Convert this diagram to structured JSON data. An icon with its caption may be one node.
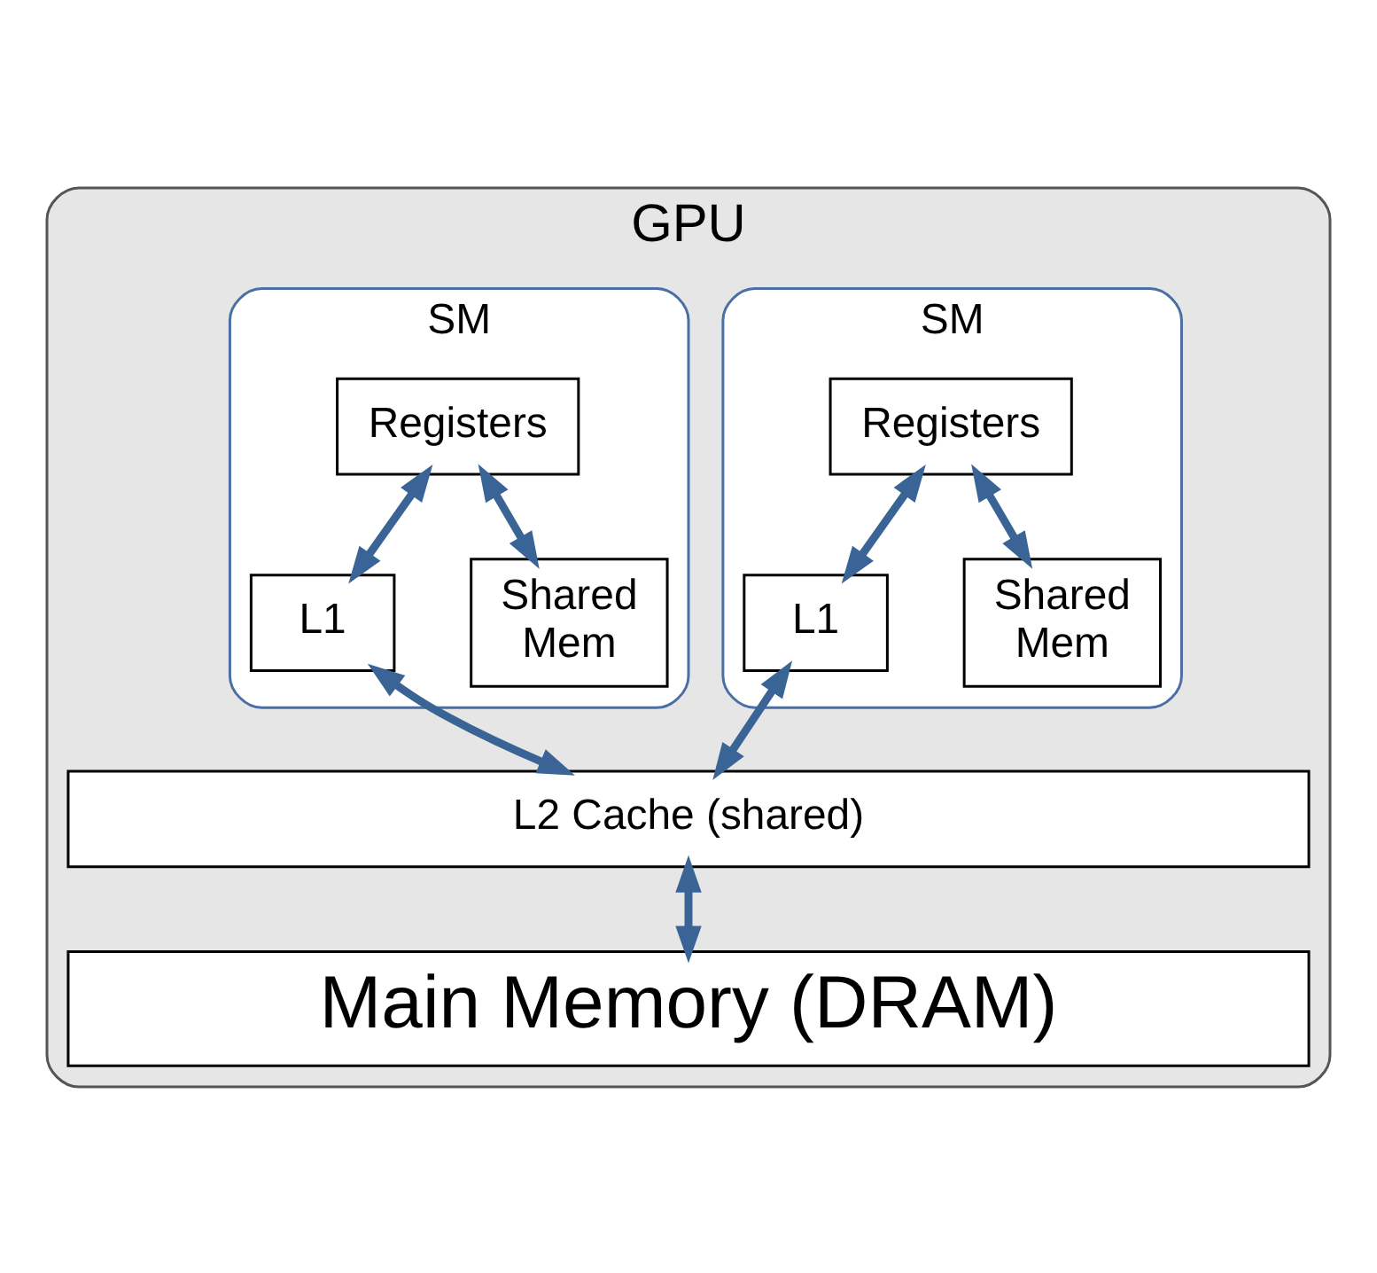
{
  "diagram": {
    "nodes": [
      {
        "text": [
          "GPU"
        ]
      },
      {
        "text": [
          "SM"
        ],
        "in": 0
      },
      {
        "text": [
          "Registers"
        ],
        "in": 1
      },
      {
        "text": [
          "L1"
        ],
        "in": 1
      },
      {
        "text": [
          "Shared Mem"
        ],
        "in": 1
      },
      {
        "text": [
          "SM"
        ],
        "in": 0
      },
      {
        "text": [
          "Registers"
        ],
        "in": 5
      },
      {
        "text": [
          "L1"
        ],
        "in": 5
      },
      {
        "text": [
          "Shared Mem"
        ],
        "in": 5
      },
      {
        "text": [
          "L2 Cache (shared)"
        ],
        "in": 0
      },
      {
        "text": [
          "Main Memory (DRAM)"
        ],
        "in": 0
      }
    ],
    "edges": [
      {
        "from": 2,
        "to": 3,
        "arrow": "both"
      },
      {
        "from": 2,
        "to": 4,
        "arrow": "both"
      },
      {
        "from": 6,
        "to": 7,
        "arrow": "both"
      },
      {
        "from": 6,
        "to": 8,
        "arrow": "both"
      },
      {
        "from": 3,
        "to": 9,
        "arrow": "both"
      },
      {
        "from": 7,
        "to": 9,
        "arrow": "both"
      },
      {
        "from": 9,
        "to": 10,
        "arrow": "both"
      }
    ]
  }
}
